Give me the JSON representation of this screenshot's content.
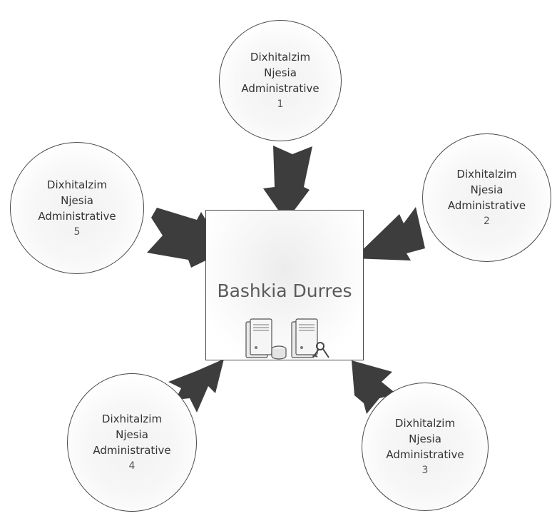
{
  "center": {
    "title": "Bashkia Durres",
    "icons": [
      "server-with-database-icon",
      "server-with-key-icon"
    ]
  },
  "nodes": [
    {
      "line1": "Dixhitalzim",
      "line2": "Njesia",
      "line3": "Administrative",
      "number": "1"
    },
    {
      "line1": "Dixhitalzim",
      "line2": "Njesia",
      "line3": "Administrative",
      "number": "2"
    },
    {
      "line1": "Dixhitalzim",
      "line2": "Njesia",
      "line3": "Administrative",
      "number": "3"
    },
    {
      "line1": "Dixhitalzim",
      "line2": "Njesia",
      "line3": "Administrative",
      "number": "4"
    },
    {
      "line1": "Dixhitalzim",
      "line2": "Njesia",
      "line3": "Administrative",
      "number": "5"
    }
  ],
  "colors": {
    "arrow": "#3d3d3d",
    "border": "#4a4a4a",
    "text": "#333333"
  }
}
